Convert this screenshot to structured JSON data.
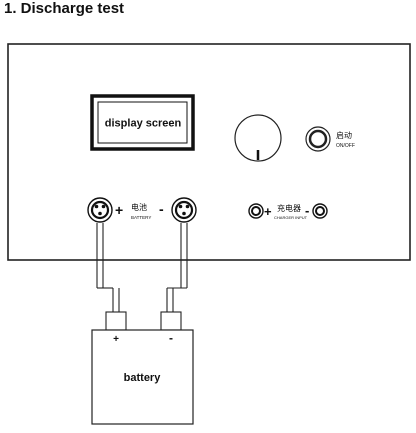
{
  "title": "1. Discharge test",
  "panel": {
    "display_label": "display screen",
    "start_label_cn": "启动",
    "start_label_en": "ON/OFF",
    "battery_label_cn": "电池",
    "battery_label_en": "BATTERY",
    "charger_label_cn": "充电器",
    "charger_label_en": "CHARGER INPUT",
    "plus": "+",
    "minus": "-"
  },
  "battery": {
    "label": "battery",
    "plus": "+",
    "minus": "-"
  }
}
